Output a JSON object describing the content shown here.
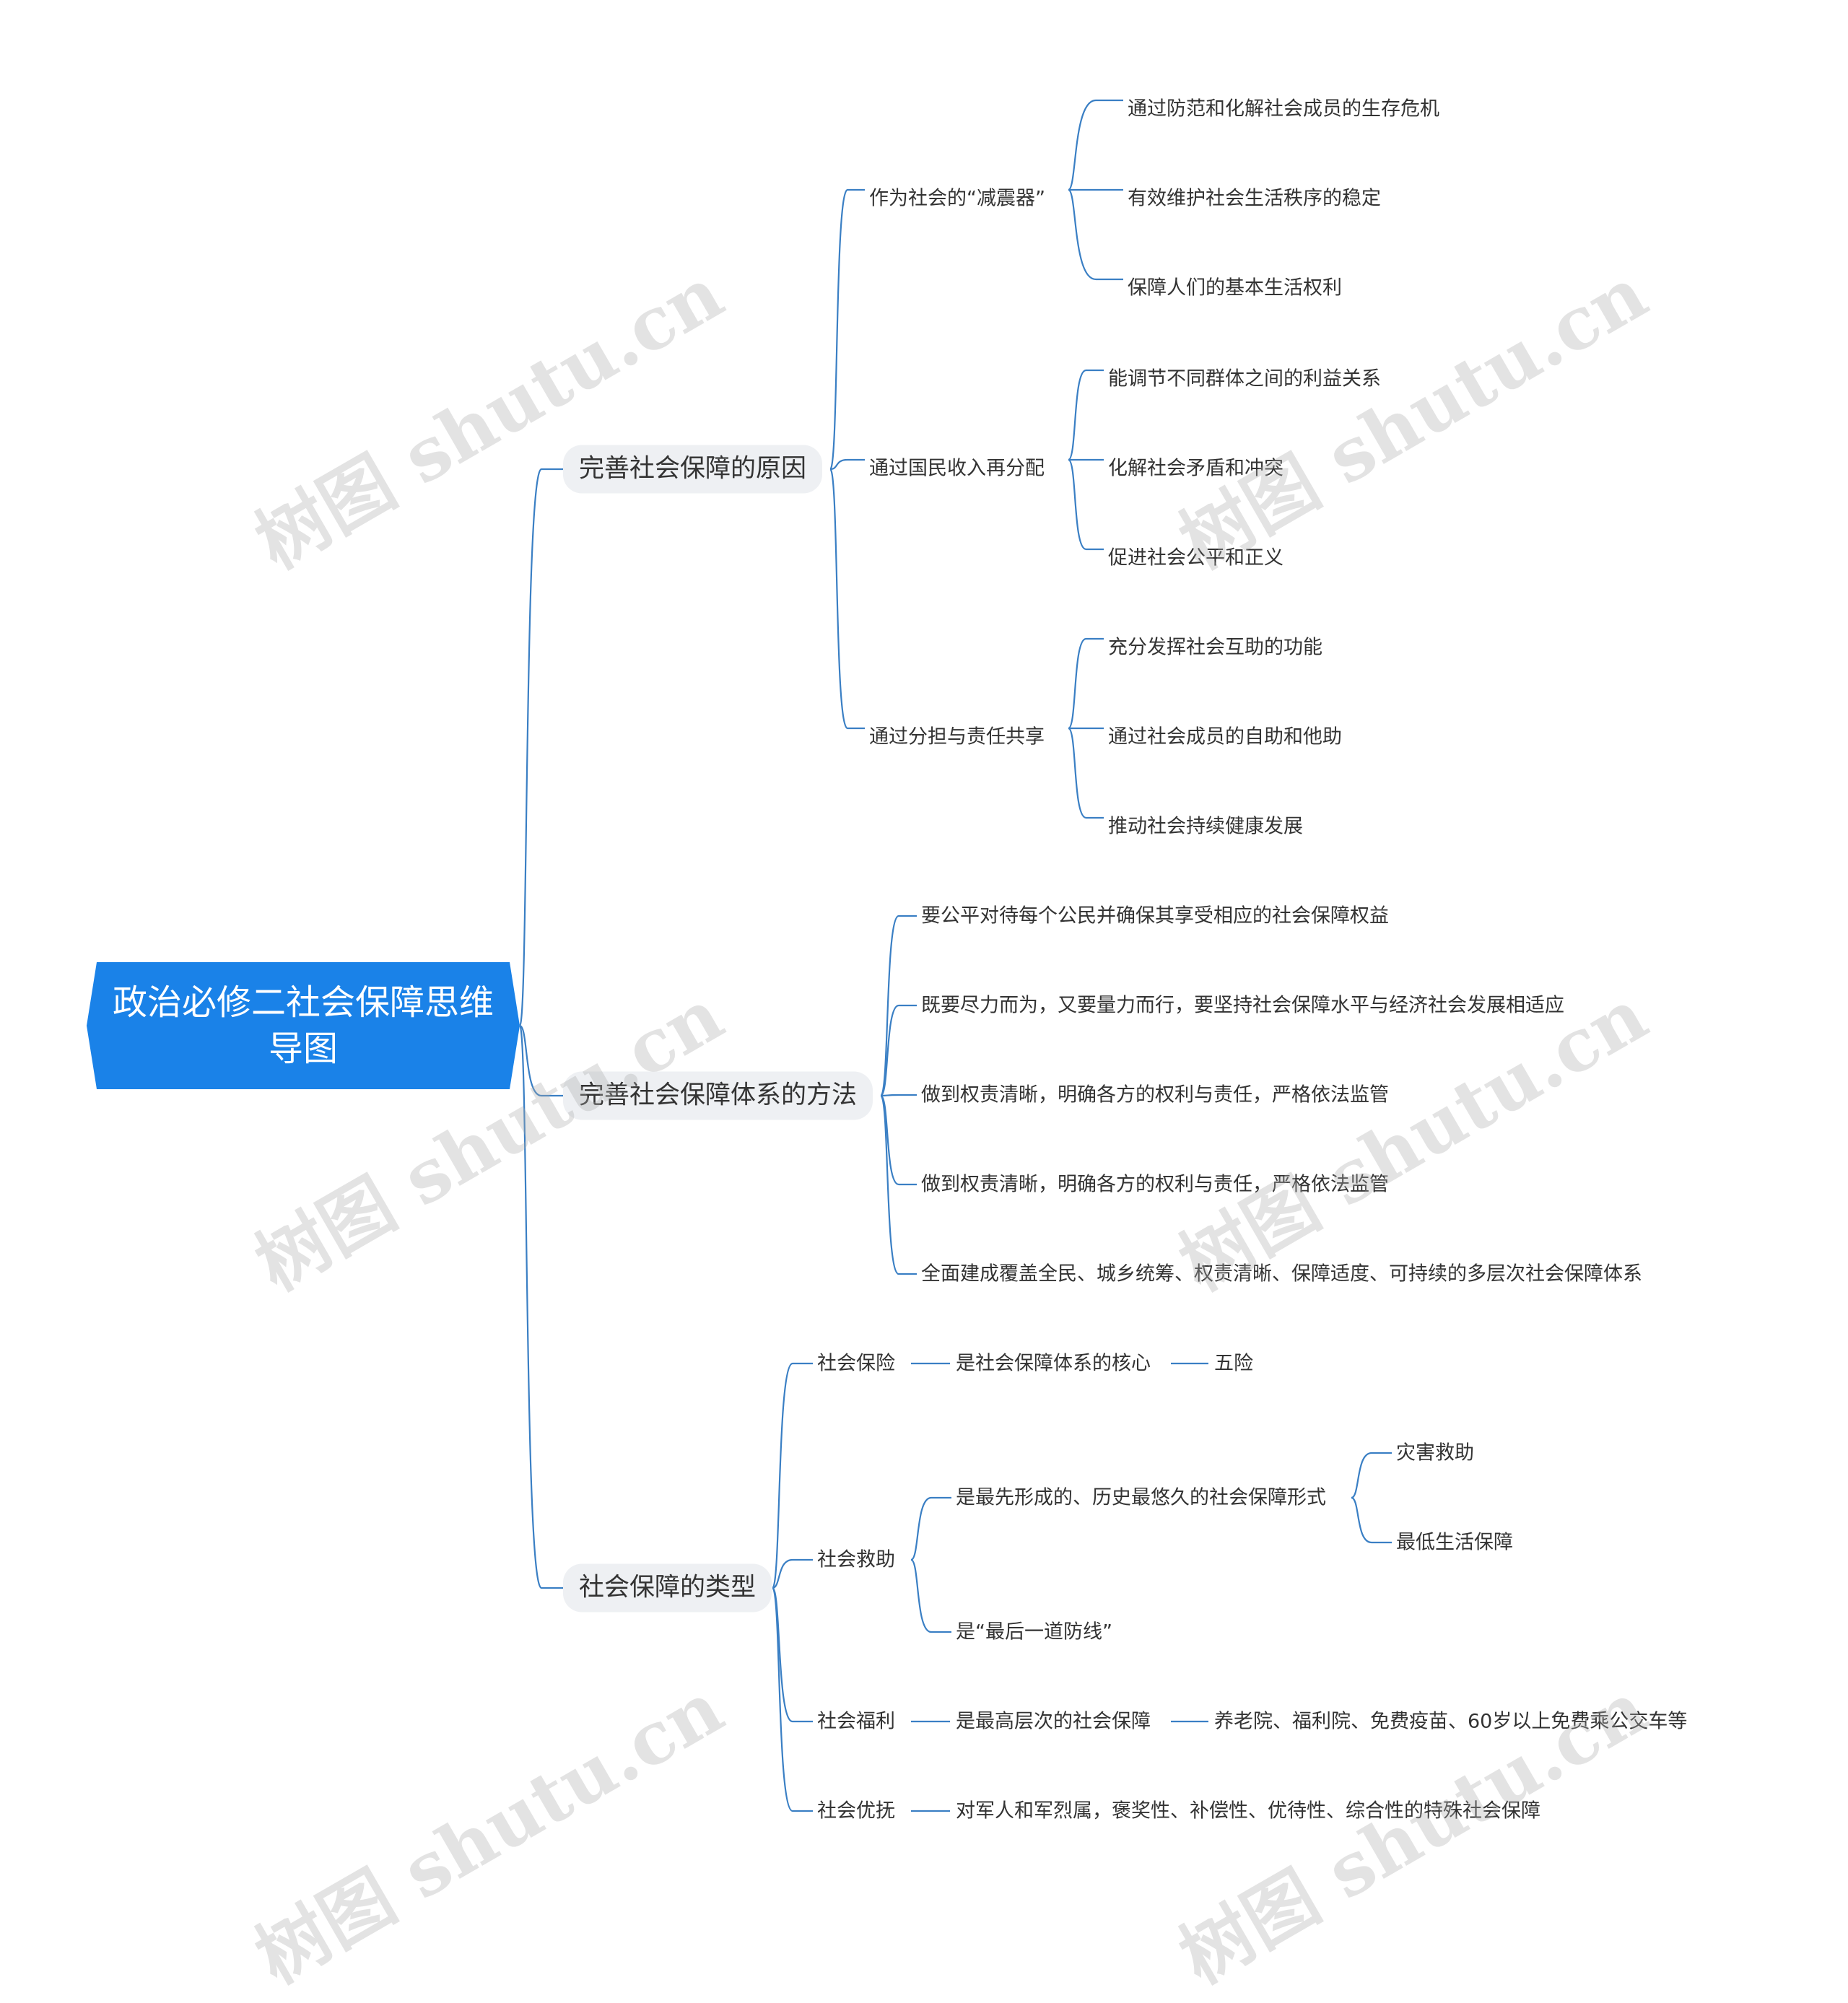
{
  "root": {
    "title": "政治必修二社会保障思维导图"
  },
  "watermark": "树图 shutu.cn",
  "colors": {
    "accent": "#1a82e8",
    "link": "#3a7fc4",
    "branch_bg": "#eef0f3"
  },
  "branches": [
    {
      "label": "完善社会保障的原因",
      "children": [
        {
          "label": "作为社会的“减震器”",
          "children": [
            {
              "label": "通过防范和化解社会成员的生存危机"
            },
            {
              "label": "有效维护社会生活秩序的稳定"
            },
            {
              "label": "保障人们的基本生活权利"
            }
          ]
        },
        {
          "label": "通过国民收入再分配",
          "children": [
            {
              "label": "能调节不同群体之间的利益关系"
            },
            {
              "label": "化解社会矛盾和冲突"
            },
            {
              "label": "促进社会公平和正义"
            }
          ]
        },
        {
          "label": "通过分担与责任共享",
          "children": [
            {
              "label": "充分发挥社会互助的功能"
            },
            {
              "label": "通过社会成员的自助和他助"
            },
            {
              "label": "推动社会持续健康发展"
            }
          ]
        }
      ]
    },
    {
      "label": "完善社会保障体系的方法",
      "children": [
        {
          "label": "要公平对待每个公民并确保其享受相应的社会保障权益"
        },
        {
          "label": "既要尽力而为，又要量力而行，要坚持社会保障水平与经济社会发展相适应"
        },
        {
          "label": "做到权责清晰，明确各方的权利与责任，严格依法监管"
        },
        {
          "label": "做到权责清晰，明确各方的权利与责任，严格依法监管"
        },
        {
          "label": "全面建成覆盖全民、城乡统筹、权责清晰、保障适度、可持续的多层次社会保障体系"
        }
      ]
    },
    {
      "label": "社会保障的类型",
      "children": [
        {
          "label": "社会保险",
          "children": [
            {
              "label": "是社会保障体系的核心",
              "children": [
                {
                  "label": "五险"
                }
              ]
            }
          ]
        },
        {
          "label": "社会救助",
          "children": [
            {
              "label": "是最先形成的、历史最悠久的社会保障形式",
              "children": [
                {
                  "label": "灾害救助"
                },
                {
                  "label": "最低生活保障"
                }
              ]
            },
            {
              "label": "是“最后一道防线”"
            }
          ]
        },
        {
          "label": "社会福利",
          "children": [
            {
              "label": "是最高层次的社会保障",
              "children": [
                {
                  "label": "养老院、福利院、免费疫苗、60岁以上免费乘公交车等"
                }
              ]
            }
          ]
        },
        {
          "label": "社会优抚",
          "children": [
            {
              "label": "对军人和军烈属，褒奖性、补偿性、优待性、综合性的特殊社会保障"
            }
          ]
        }
      ]
    }
  ]
}
